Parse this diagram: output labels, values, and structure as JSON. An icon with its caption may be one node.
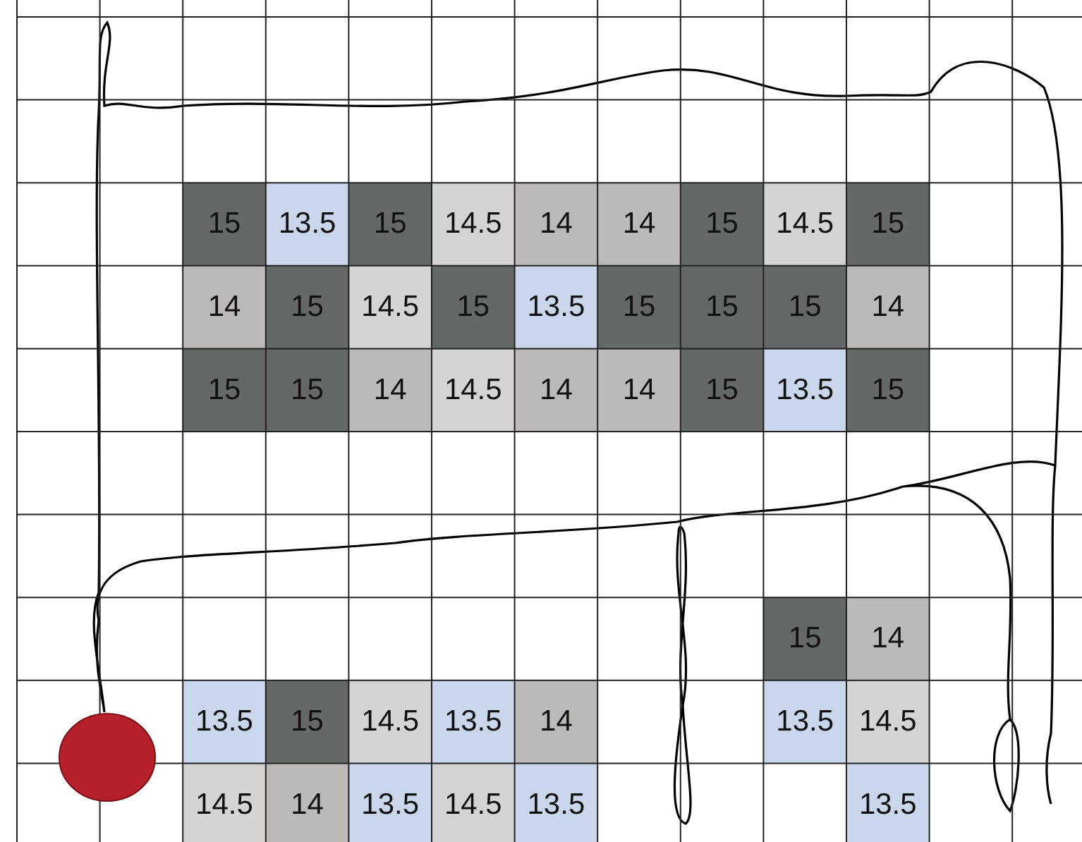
{
  "diagram": {
    "nodes": [
      {
        "text": [
          "15"
        ]
      },
      {
        "text": [
          "13.5"
        ]
      },
      {
        "text": [
          "15"
        ]
      },
      {
        "text": [
          "14.5"
        ]
      },
      {
        "text": [
          "14"
        ]
      },
      {
        "text": [
          "14"
        ]
      },
      {
        "text": [
          "15"
        ]
      },
      {
        "text": [
          "14.5"
        ]
      },
      {
        "text": [
          "15"
        ]
      },
      {
        "text": [
          "14"
        ]
      },
      {
        "text": [
          "15"
        ]
      },
      {
        "text": [
          "14.5"
        ]
      },
      {
        "text": [
          "15"
        ]
      },
      {
        "text": [
          "13.5"
        ]
      },
      {
        "text": [
          "15"
        ]
      },
      {
        "text": [
          "15"
        ]
      },
      {
        "text": [
          "15"
        ]
      },
      {
        "text": [
          "14"
        ]
      },
      {
        "text": [
          "15"
        ]
      },
      {
        "text": [
          "15"
        ]
      },
      {
        "text": [
          "14"
        ]
      },
      {
        "text": [
          "14.5"
        ]
      },
      {
        "text": [
          "14"
        ]
      },
      {
        "text": [
          "14"
        ]
      },
      {
        "text": [
          "15"
        ]
      },
      {
        "text": [
          "13.5"
        ]
      },
      {
        "text": [
          "15"
        ]
      },
      {
        "text": [
          "15"
        ]
      },
      {
        "text": [
          "14"
        ]
      },
      {
        "text": [
          "13.5"
        ]
      },
      {
        "text": [
          "15"
        ]
      },
      {
        "text": [
          "14.5"
        ]
      },
      {
        "text": [
          "13.5"
        ]
      },
      {
        "text": [
          "14"
        ]
      },
      {
        "text": [
          "13.5"
        ]
      },
      {
        "text": [
          "14.5"
        ]
      },
      {
        "text": [
          "14.5"
        ]
      },
      {
        "text": [
          "14"
        ]
      },
      {
        "text": [
          "13.5"
        ]
      },
      {
        "text": [
          "14.5"
        ]
      },
      {
        "text": [
          "13.5"
        ]
      },
      {
        "text": [
          "13.5"
        ]
      }
    ]
  }
}
